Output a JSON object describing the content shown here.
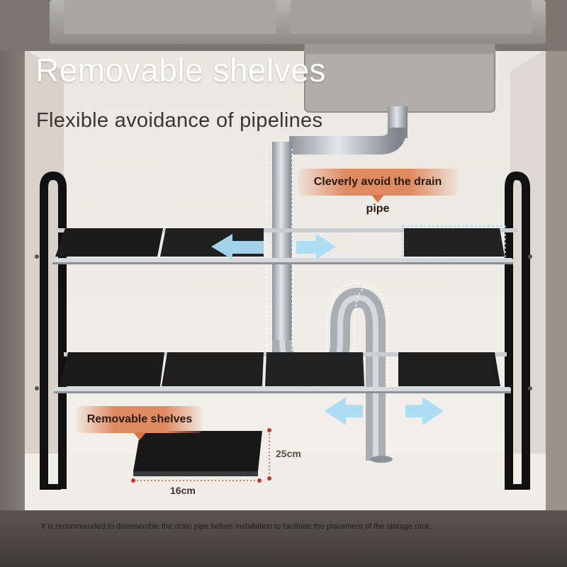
{
  "title": "Removable shelves",
  "subtitle": "Flexible avoidance of pipelines",
  "callouts": {
    "drain": "Cleverly avoid the drain pipe",
    "removable": "Removable shelves"
  },
  "dimensions": {
    "height": "25cm",
    "width": "16cm"
  },
  "note": "It is recommended to disassemble the drain pipe before installation to facilitate the placement of the storage rack.",
  "colors": {
    "accent": "#e08a62",
    "shelf": "#1b1b1b",
    "arrow": "#a9dcf5"
  }
}
